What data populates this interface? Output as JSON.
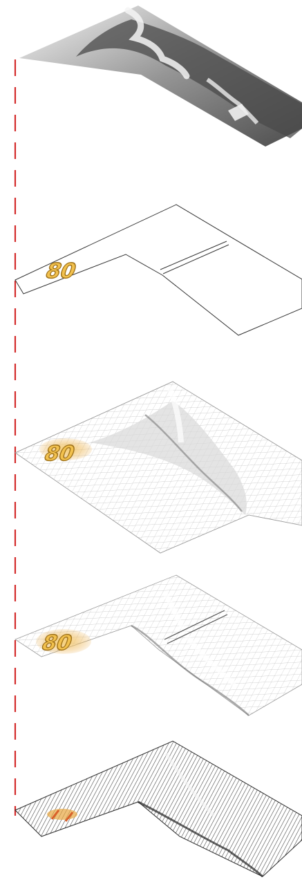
{
  "diagram": {
    "kind": "exploded-axonometric",
    "layers": [
      {
        "name": "grayscale-height-map"
      },
      {
        "name": "outline-plan",
        "label": "80"
      },
      {
        "name": "wireframe-surface-plain",
        "label": "80"
      },
      {
        "name": "wireframe-surface-l-shape",
        "label": "80"
      },
      {
        "name": "contour-section-mesh"
      }
    ],
    "colors": {
      "guide_line": "#d42a2a",
      "outline": "#333333",
      "label_fill": "#f2c14e",
      "label_stroke": "#a0731a",
      "mesh_line": "#9a9a9a",
      "contour_line": "#2b2b2b",
      "heatmap_dark": "#5a5a5a",
      "heatmap_light": "#f2f2f2"
    }
  }
}
